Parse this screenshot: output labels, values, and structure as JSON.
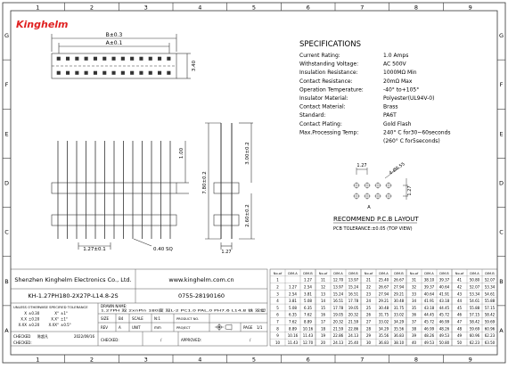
{
  "frame": {
    "columns": [
      "1",
      "2",
      "3",
      "4",
      "5",
      "6",
      "7",
      "8",
      "9"
    ],
    "rows": [
      "G",
      "F",
      "E",
      "D",
      "C",
      "B",
      "A"
    ]
  },
  "logo": "Kinghelm",
  "dims": {
    "B": "B±0.3",
    "A": "A±0.1",
    "h340": "3.40",
    "h100": "1.00",
    "h300": "3.00±0.2",
    "h780": "7.80±0.2",
    "h260": "2.60±0.2",
    "pitch": "1.27±0.1",
    "sq": "0.40  SQ",
    "side127": "1.27"
  },
  "specs": {
    "title": "SPECIFICATIONS",
    "rows": [
      {
        "label": "Current Rating:",
        "value": "1.0 Amps"
      },
      {
        "label": "Withstanding Voltage:",
        "value": "AC 500V"
      },
      {
        "label": "Insulation Resistance:",
        "value": "1000MΩ Min"
      },
      {
        "label": "Contact Resistance:",
        "value": "20mΩ Max"
      },
      {
        "label": "Operation Temperature:",
        "value": "-40° to+105°"
      },
      {
        "label": "Insulator Material:",
        "value": "Polyester(UL94V-0)"
      },
      {
        "label": "Contact Material:",
        "value": "Brass"
      },
      {
        "label": "Standard:",
        "value": "PA6T"
      },
      {
        "label": "Contact Plating:",
        "value": "Gold Flash"
      },
      {
        "label": "Max.Processing Temp:",
        "value": "240° C for30~60seconds"
      },
      {
        "label": "",
        "value": "(260° C for5seconds)"
      }
    ]
  },
  "pcb": {
    "d127a": "1.27",
    "d127b": "1.27",
    "hole": "4-Ø0.55",
    "markA": "A",
    "title": "RECOMMEND P.C.B LAYOUT",
    "tolerance": "PCB TOLERANCE:±0.05 (TOP VIEW)"
  },
  "title_block": {
    "company": "Shenzhen Kinghelm Electronics Co., Ltd.",
    "website": "www.kinghelm.com.cn",
    "part_no": "KH-1.27PH180-2X27P-L14.8-2S",
    "phone": "0755-28190160",
    "tol_title": "UNLESS OTHERWISE SPECIFIED TOLERANCE",
    "tol_rows": [
      [
        "X",
        "±0.30",
        "X°",
        "±1°"
      ],
      [
        "X.X",
        "±0.20",
        "X.X°",
        "±1°"
      ],
      [
        "X.XX",
        "±0.20",
        "X.XX°",
        "±0.5°"
      ]
    ],
    "drawn_label": "CHECKED",
    "drawn_name": "陈超凡",
    "drawn_date": "2022/09/16",
    "checked_label": "CHECKED:",
    "drawn_name_label": "DRAWN NAME:",
    "description": "1.27PH 双 2xnPin 180度 双L-2 PC1.0 PAL.0 PH7.6 L14.8 铁 双塑",
    "size_label": "SIZE",
    "size_val": "B4",
    "scale_label": "SCALE",
    "scale_val": "N:1",
    "prod_label": "PRODUCT NO.",
    "rev_label": "REV",
    "rev_val": "A",
    "unit_label": "UNIT",
    "unit_val": "mm",
    "project_label": "PROJECT",
    "page_label": "PAGE",
    "page_val": "1/1",
    "approved_label": "APPROVED:",
    "slash1": "/",
    "slash2": "/"
  },
  "pin_table": {
    "headers": [
      "No.of",
      "DIM.A",
      "DIM.B"
    ],
    "rows": [
      [
        [
          "1",
          "",
          "1.27"
        ],
        [
          "11",
          "12.70",
          "13.97"
        ],
        [
          "21",
          "25.40",
          "26.67"
        ],
        [
          "31",
          "38.10",
          "39.37"
        ],
        [
          "41",
          "50.80",
          "52.07"
        ]
      ],
      [
        [
          "2",
          "1.27",
          "2.54"
        ],
        [
          "12",
          "13.97",
          "15.24"
        ],
        [
          "22",
          "26.67",
          "27.94"
        ],
        [
          "32",
          "39.37",
          "40.64"
        ],
        [
          "42",
          "52.07",
          "53.34"
        ]
      ],
      [
        [
          "3",
          "2.54",
          "3.81"
        ],
        [
          "13",
          "15.24",
          "16.51"
        ],
        [
          "23",
          "27.94",
          "29.21"
        ],
        [
          "33",
          "40.64",
          "41.91"
        ],
        [
          "43",
          "53.34",
          "54.61"
        ]
      ],
      [
        [
          "4",
          "3.81",
          "5.08"
        ],
        [
          "14",
          "16.51",
          "17.78"
        ],
        [
          "24",
          "29.21",
          "30.48"
        ],
        [
          "34",
          "41.91",
          "43.18"
        ],
        [
          "44",
          "54.61",
          "55.88"
        ]
      ],
      [
        [
          "5",
          "5.08",
          "6.35"
        ],
        [
          "15",
          "17.78",
          "19.05"
        ],
        [
          "25",
          "30.48",
          "31.75"
        ],
        [
          "35",
          "43.18",
          "44.45"
        ],
        [
          "45",
          "55.88",
          "57.15"
        ]
      ],
      [
        [
          "6",
          "6.35",
          "7.62"
        ],
        [
          "16",
          "19.05",
          "20.32"
        ],
        [
          "26",
          "31.75",
          "33.02"
        ],
        [
          "36",
          "44.45",
          "45.72"
        ],
        [
          "46",
          "57.15",
          "58.42"
        ]
      ],
      [
        [
          "7",
          "7.62",
          "8.89"
        ],
        [
          "17",
          "20.32",
          "21.59"
        ],
        [
          "27",
          "33.02",
          "34.29"
        ],
        [
          "37",
          "45.72",
          "46.99"
        ],
        [
          "47",
          "58.42",
          "59.69"
        ]
      ],
      [
        [
          "8",
          "8.89",
          "10.16"
        ],
        [
          "18",
          "21.59",
          "22.86"
        ],
        [
          "28",
          "34.29",
          "35.56"
        ],
        [
          "38",
          "46.99",
          "48.26"
        ],
        [
          "48",
          "59.69",
          "60.96"
        ]
      ],
      [
        [
          "9",
          "10.16",
          "11.43"
        ],
        [
          "19",
          "22.86",
          "24.13"
        ],
        [
          "29",
          "35.56",
          "36.83"
        ],
        [
          "39",
          "48.26",
          "49.53"
        ],
        [
          "49",
          "60.96",
          "62.23"
        ]
      ],
      [
        [
          "10",
          "11.43",
          "12.70"
        ],
        [
          "20",
          "24.13",
          "25.40"
        ],
        [
          "30",
          "36.83",
          "38.10"
        ],
        [
          "40",
          "49.53",
          "50.80"
        ],
        [
          "50",
          "62.23",
          "63.50"
        ]
      ]
    ]
  }
}
